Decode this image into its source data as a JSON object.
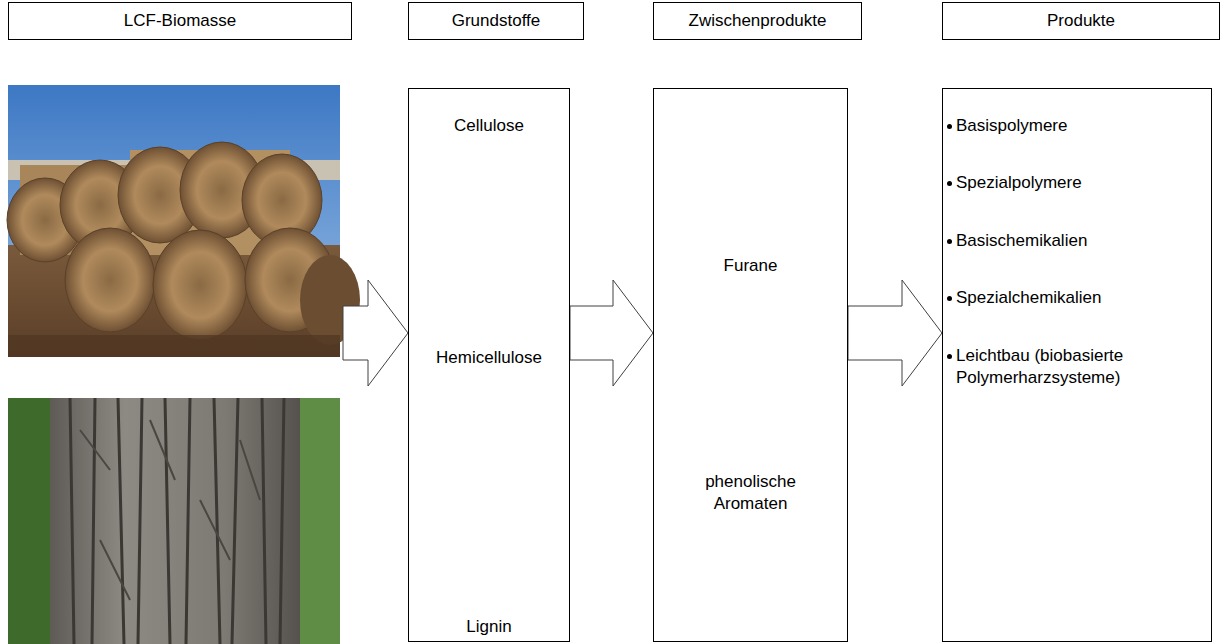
{
  "diagram": {
    "nodes": [
      {
        "text": [
          "LCF-Biomasse"
        ]
      },
      {
        "text": [
          "Grundstoffe"
        ]
      },
      {
        "text": [
          "Zwischenprodukte"
        ]
      },
      {
        "text": [
          "Produkte"
        ]
      },
      {
        "text": [
          "Cellulose",
          "Hemicellulose",
          "Lignin"
        ]
      },
      {
        "text": [
          "Furane",
          "phenolische Aromaten"
        ]
      },
      {
        "text": [
          "Basispolymere",
          "Spezialpolymere",
          "Basischemikalien",
          "Spezialchemikalien",
          "Leichtbau (biobasierte Polymerharzsysteme)"
        ]
      }
    ],
    "edges": [
      {
        "from": 4,
        "to": 5,
        "arrow": "to"
      },
      {
        "from": 5,
        "to": 6,
        "arrow": "to"
      }
    ]
  }
}
